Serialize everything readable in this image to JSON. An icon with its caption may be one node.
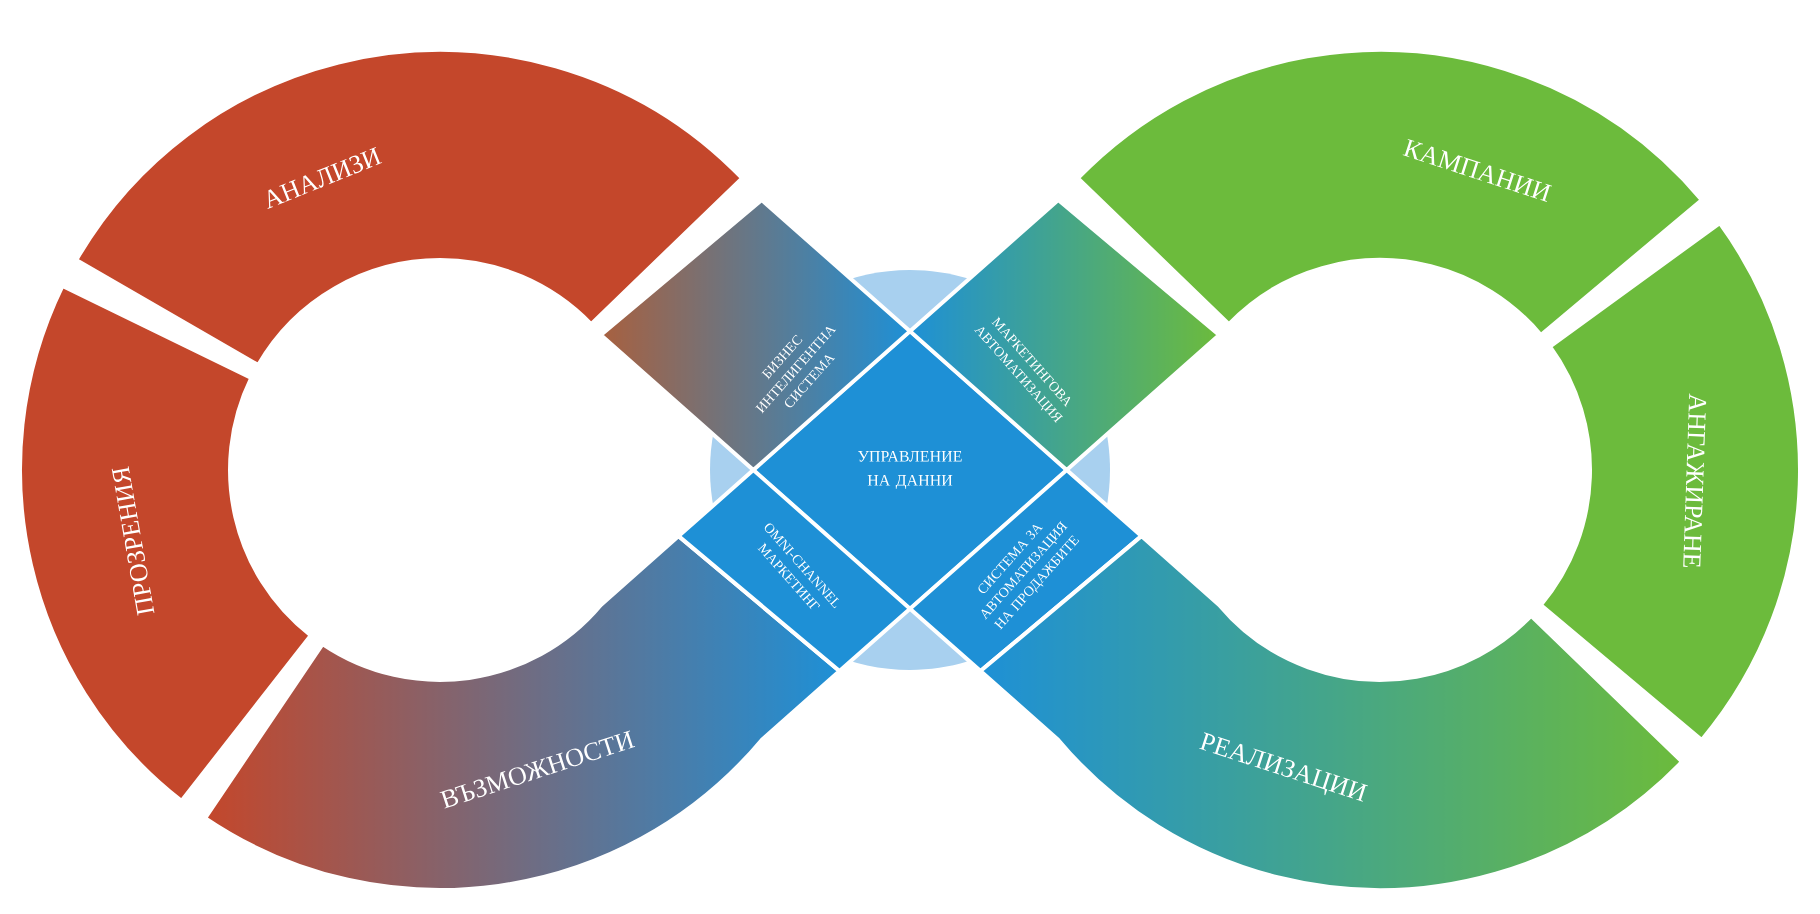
{
  "diagram": {
    "nodes": [
      {
        "text": [
          "АНАЛИЗИ"
        ]
      },
      {
        "text": [
          "ПРОЗРЕНИЯ"
        ]
      },
      {
        "text": [
          "ВЪЗМОЖНОСТИ"
        ]
      },
      {
        "text": [
          "БИЗНЕС ИНТЕЛИГЕНТНА СИСТЕМА"
        ]
      },
      {
        "text": [
          "УПРАВЛЕНИЕ НА ДАННИ"
        ]
      },
      {
        "text": [
          "OMNI-CHANNEL МАРКЕТИНГ"
        ]
      },
      {
        "text": [
          "МАРКЕТИНГОВА АВТОМАТИЗАЦИЯ"
        ]
      },
      {
        "text": [
          "СИСТЕМА ЗА АВТОМАТИЗАЦИЯ НА ПРОДАЖБИТЕ"
        ]
      },
      {
        "text": [
          "КАМПАНИИ"
        ]
      },
      {
        "text": [
          "АНГАЖИРАНЕ"
        ]
      },
      {
        "text": [
          "РЕАЛИЗАЦИИ"
        ]
      }
    ]
  }
}
